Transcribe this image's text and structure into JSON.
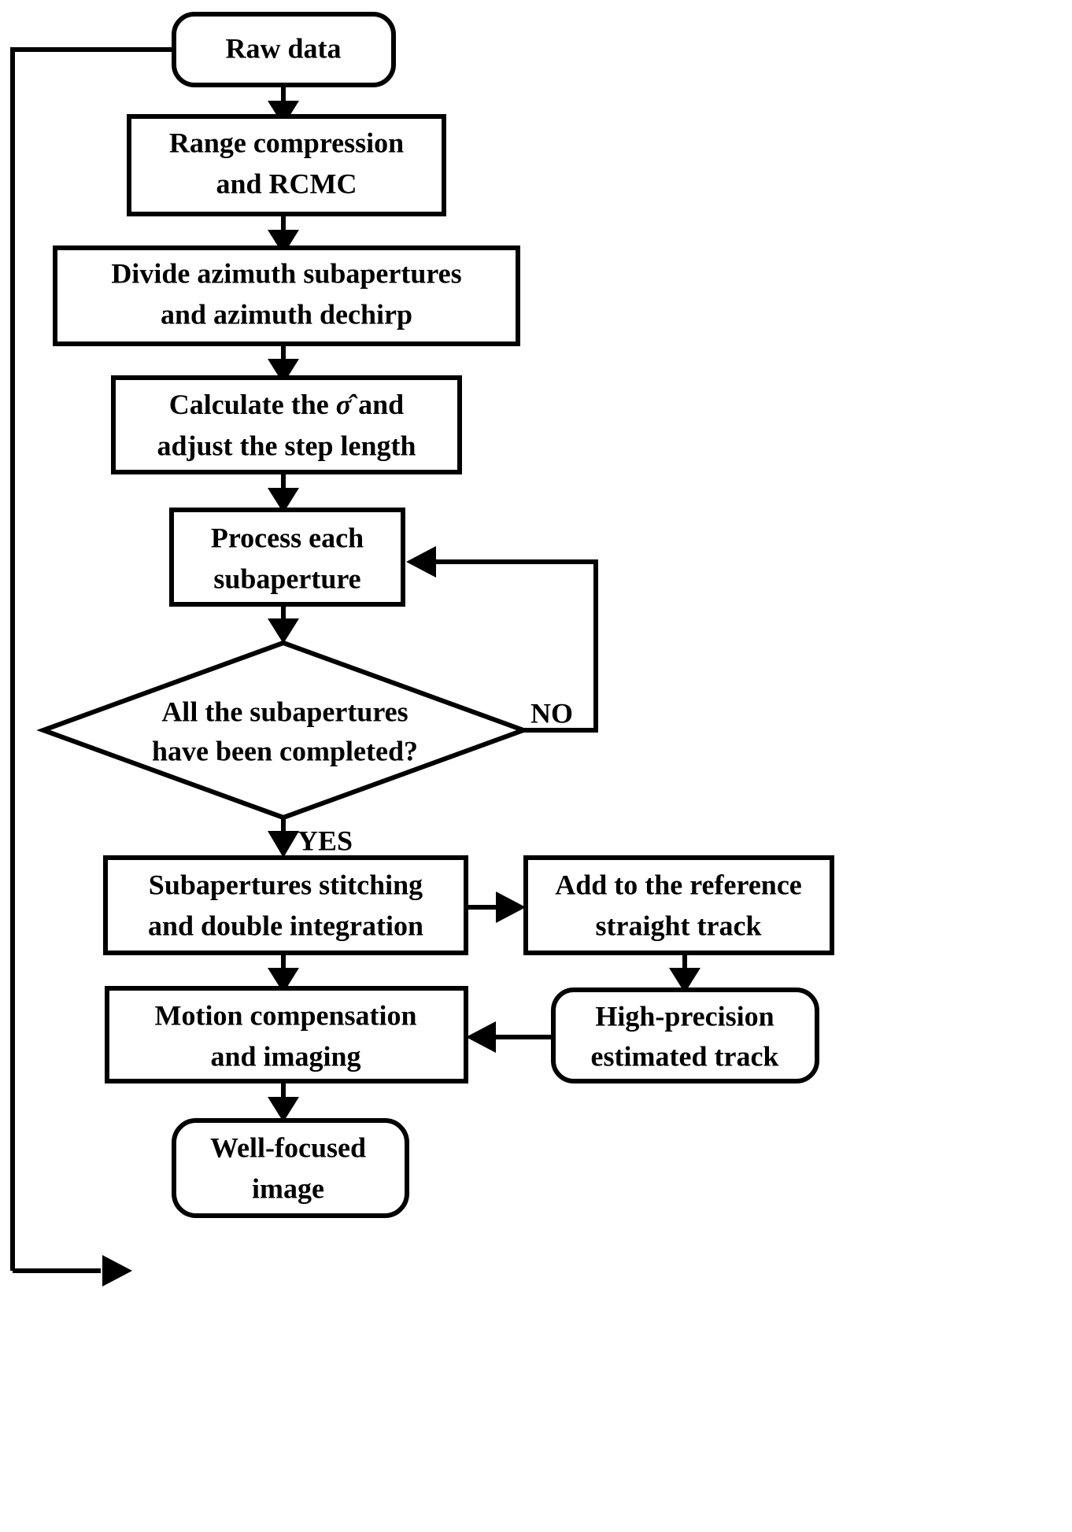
{
  "diagram": {
    "title": "SAR autofocus and motion compensation processing flowchart",
    "background_color": "#ffffff",
    "line_color": "#000000",
    "text_color": "#000000",
    "nodes": [
      {
        "id": "raw-data",
        "shape": "rounded-rect",
        "lines": [
          "Raw data"
        ]
      },
      {
        "id": "range-compression",
        "shape": "rect",
        "lines": [
          "Range compression",
          "and RCMC"
        ]
      },
      {
        "id": "divide-subapertures",
        "shape": "rect",
        "lines": [
          "Divide azimuth subapertures",
          "and azimuth dechirp"
        ]
      },
      {
        "id": "calculate-sigma",
        "shape": "rect",
        "lines": [
          "Calculate the σ̂ and",
          "adjust the step length"
        ],
        "line1_prefix": "Calculate the ",
        "line1_symbol": "σ̂",
        "line1_suffix": " and"
      },
      {
        "id": "process-each-subaperture",
        "shape": "rect",
        "lines": [
          "Process each",
          "subaperture"
        ]
      },
      {
        "id": "all-completed-decision",
        "shape": "diamond",
        "lines": [
          "All the subapertures",
          "have been completed?"
        ]
      },
      {
        "id": "subapertures-stitching",
        "shape": "rect",
        "lines": [
          "Subapertures stitching",
          "and double integration"
        ]
      },
      {
        "id": "add-reference-track",
        "shape": "rect",
        "lines": [
          "Add to the reference",
          "straight track"
        ]
      },
      {
        "id": "motion-compensation",
        "shape": "rect",
        "lines": [
          "Motion compensation",
          "and imaging"
        ]
      },
      {
        "id": "high-precision-track",
        "shape": "rounded-rect",
        "lines": [
          "High-precision",
          "estimated track"
        ]
      },
      {
        "id": "well-focused-image",
        "shape": "rounded-rect",
        "lines": [
          "Well-focused",
          "image"
        ]
      }
    ],
    "edge_labels": {
      "no": "NO",
      "yes": "YES"
    }
  }
}
